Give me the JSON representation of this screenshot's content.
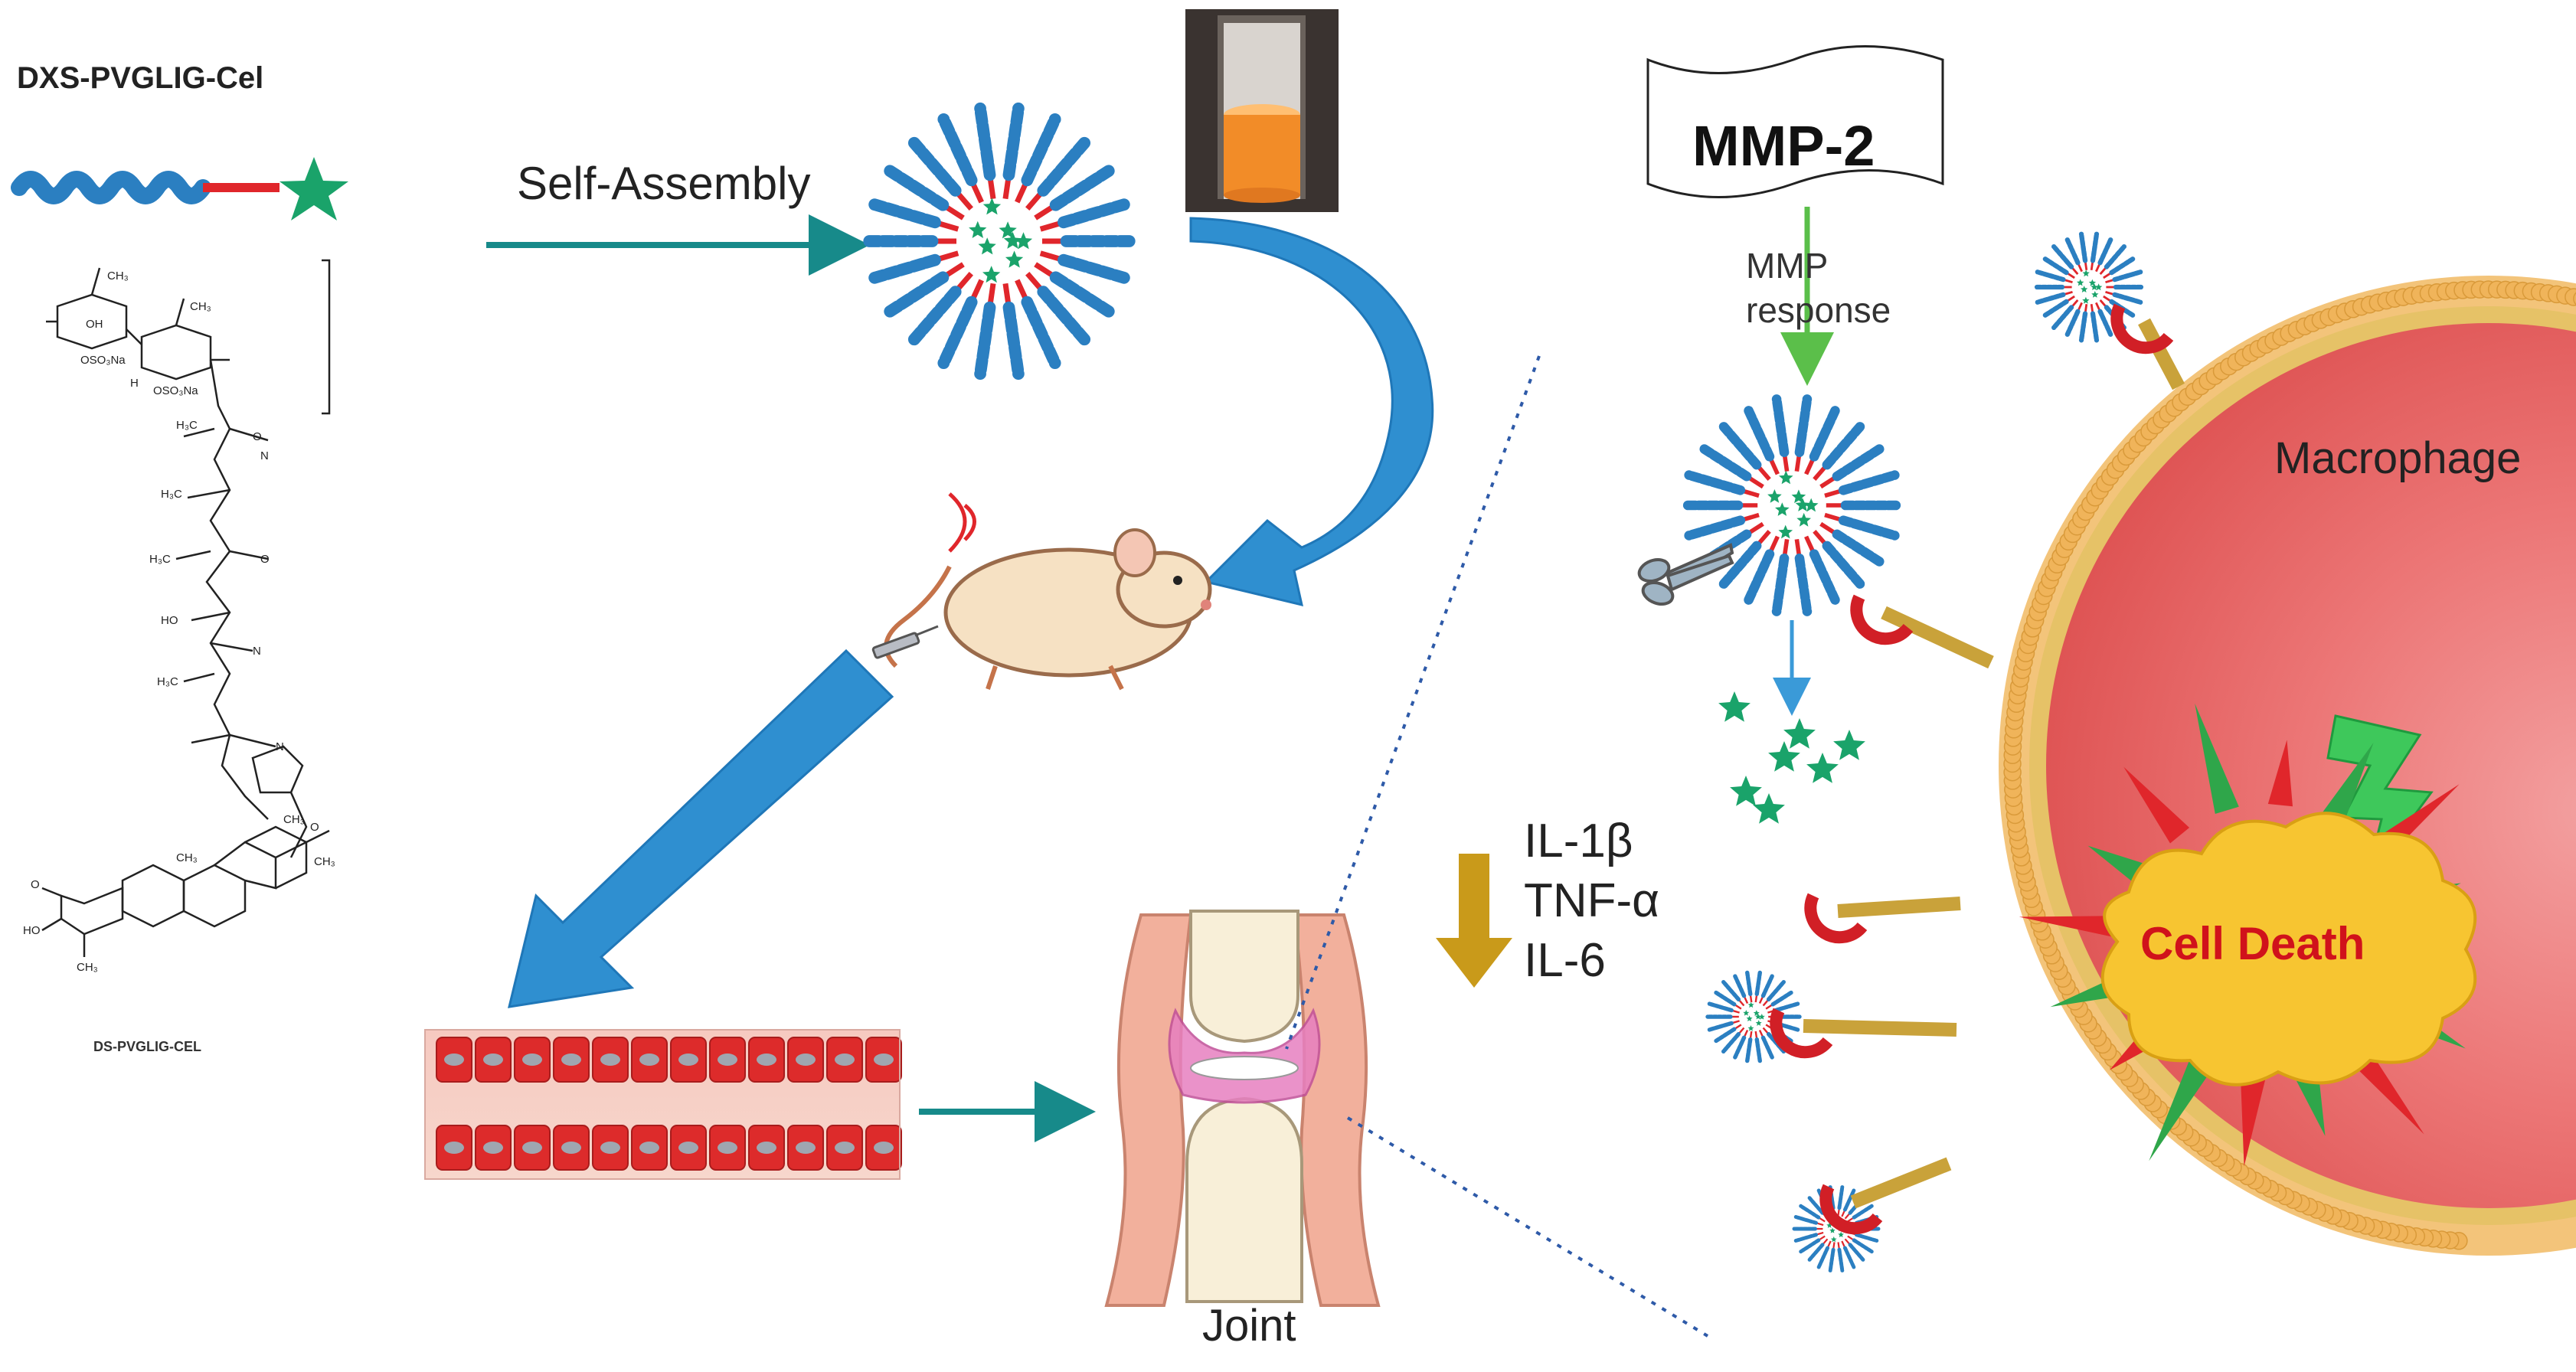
{
  "compound_title": "DXS-PVGLIG-Cel",
  "compound_caption": "DS-PVGLIG-CEL",
  "self_assembly_label": "Self-Assembly",
  "mmp_label": "MMP-2",
  "mmp_response_label": "MMP response",
  "macrophage_label": "Macrophage",
  "cytokines": [
    "IL-1β",
    "TNF-α",
    "IL-6"
  ],
  "joint_label": "Joint",
  "cell_death_label": "Cell Death",
  "chem_labels": [
    "CH3",
    "OH",
    "H",
    "OSO3Na",
    "H3C",
    "O",
    "HO",
    "N"
  ],
  "colors": {
    "dextran_blue": "#2b7fc1",
    "linker_red": "#e0262b",
    "drug_green": "#1aa36a",
    "arrow_blue": "#2f8fd0",
    "arrow_teal": "#178a8a",
    "cytokine_arrow": "#c99a1a",
    "cell_fill": "#e85a5a",
    "membrane": "#f0b45a",
    "cell_death_fill": "#f7c531"
  },
  "icons": [
    "star-icon",
    "micelle-icon",
    "vial-icon",
    "mouse-icon",
    "syringe-icon",
    "scissors-icon",
    "blood-vessel-icon",
    "joint-icon",
    "receptor-icon",
    "lightning-icon"
  ]
}
